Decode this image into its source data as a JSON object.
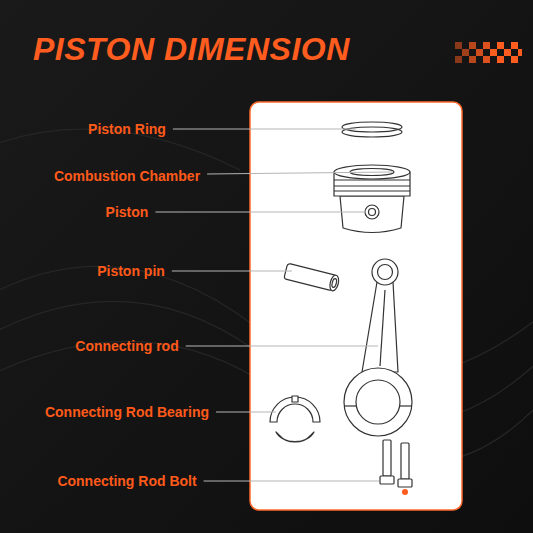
{
  "diagram": {
    "title": "PISTON DIMENSION",
    "labels": [
      "Piston Ring",
      "Combustion Chamber",
      "Piston",
      "Piston pin",
      "Connecting rod",
      "Connecting Rod Bearing",
      "Connecting Rod Bolt"
    ]
  }
}
